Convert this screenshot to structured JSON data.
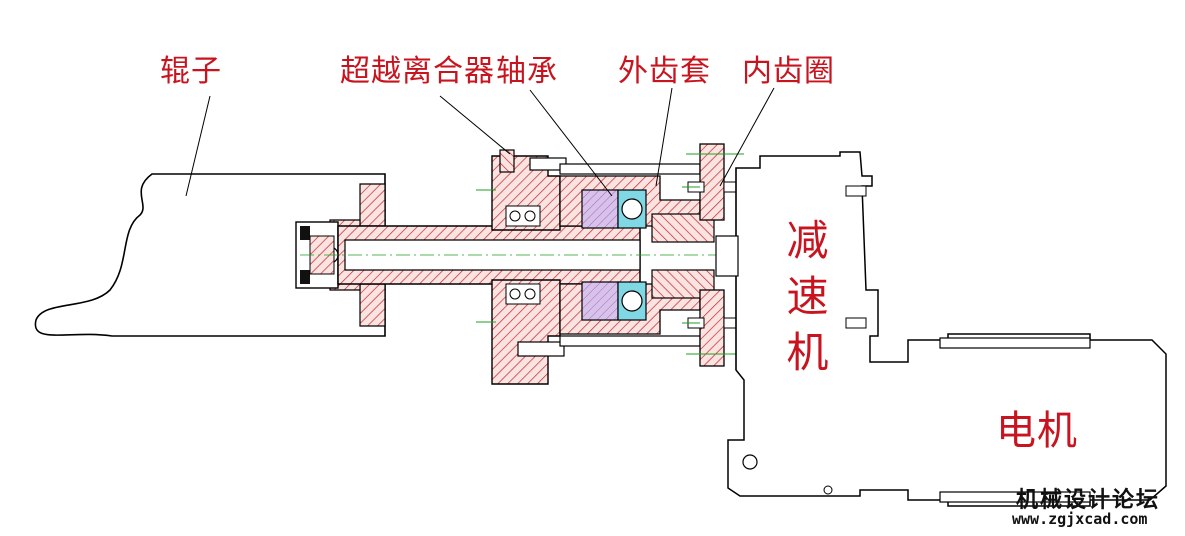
{
  "labels": {
    "roller": "辊子",
    "overrunning_clutch": "超越离合器",
    "bearing": "轴承",
    "outer_gear_sleeve": "外齿套",
    "inner_gear_ring": "内齿圈",
    "reducer": "减速机",
    "motor": "电机"
  },
  "watermark": {
    "site_name": "机械设计论坛",
    "url": "www.zgjxcad.com"
  },
  "colors": {
    "label_red": "#c8141e",
    "hatch_red": "#c0282a",
    "bearing_purple": "#c7a7dc",
    "bearing_cyan": "#7fd8e4",
    "line": "#000000",
    "center_green": "#1fa01f"
  }
}
